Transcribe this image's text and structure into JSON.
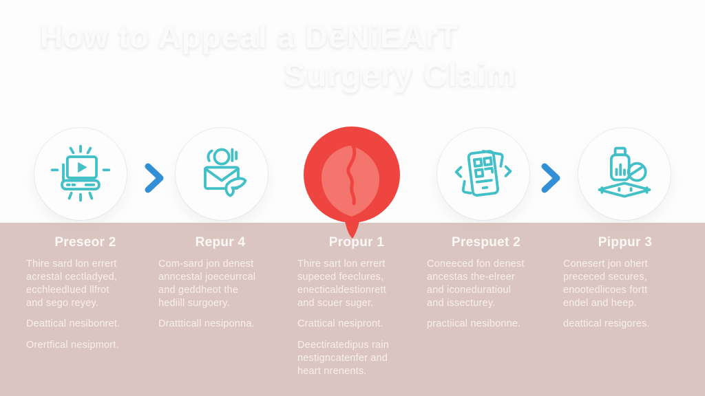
{
  "title": {
    "line1": "How to Appeal a DēNiEArT",
    "line2": "Surgery Claim"
  },
  "steps": [
    {
      "title": "Preseor 2",
      "icon": "video-tutorial-icon",
      "paragraphs": {
        "p1": "Thire sard lon errert\nacrestal cectladyed,\necchleedlued llfrot\nand sego reyey.",
        "p2": "Deattical nesibonret.",
        "p3": "Orertfical nesipmort."
      }
    },
    {
      "title": "Repur 4",
      "icon": "support-mail-icon",
      "paragraphs": {
        "p1": "Com-sard jon denest\nanncestal joeceurrcal\nand geddheot the\nhediill surgoery.",
        "p2": "Drattticall nesiponna."
      }
    },
    {
      "title": "Propur 1",
      "icon": "heart-icon",
      "paragraphs": {
        "p1": "Thire sart lon errert\nsupeced feeclures,\nenecticaldestionrett\nand scuer suger.",
        "p2": "Crattical nesipront.",
        "p3": "Deectiratedipus rain\nnestigncatenfer and\nheart nrenents."
      }
    },
    {
      "title": "Prespuet 2",
      "icon": "claim-documents-icon",
      "paragraphs": {
        "p1": "Coneeced fon denest\nancestas the-elreer\nand iconeduratioul\nand issecturey.",
        "p2": "practiical nesibonne."
      }
    },
    {
      "title": "Pippur 3",
      "icon": "medication-icon",
      "paragraphs": {
        "p1": "Conesert jon ohert\nprececed secures,\nenootedlicoes fortt\nendel and heep.",
        "p2": "deattical resigores."
      }
    }
  ],
  "colors": {
    "teal_icon": "#43bfc7",
    "arrow_blue": "#318fd6",
    "heart_red": "#ee4540",
    "heart_red_light": "#f4756d",
    "band_pink": "#dbc5c0",
    "background": "#fdfdfd",
    "text_white": "#fffaf7"
  }
}
